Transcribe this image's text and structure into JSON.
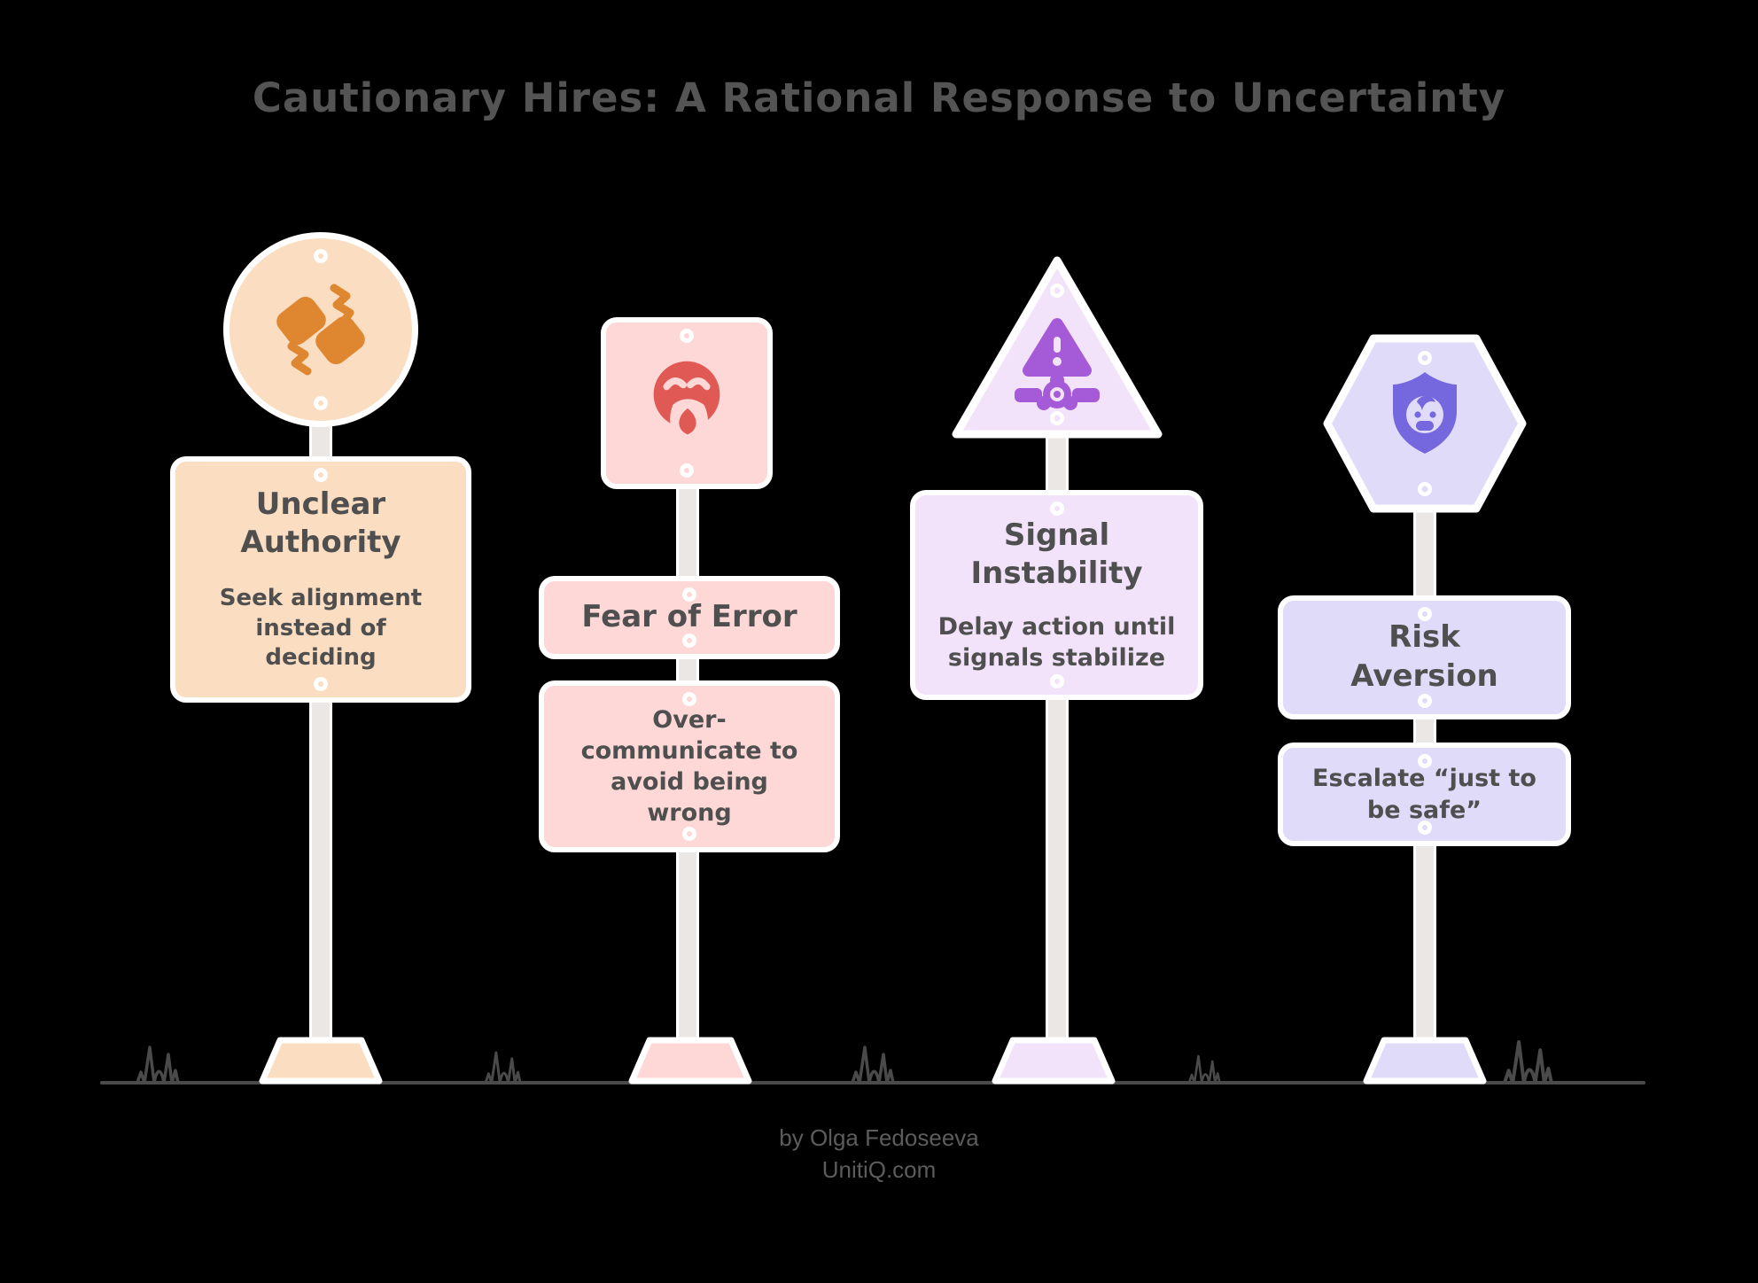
{
  "page": {
    "title": "Cautionary Hires: A Rational Response to Uncertainty",
    "background_color": "#000000",
    "text_color": "#4f4f4f",
    "ground_color": "#4a4a4a",
    "post_color": "#eae7e5"
  },
  "signposts": [
    {
      "name": "unclear-authority",
      "head_shape": "circle",
      "icon": "broken-handshake-icon",
      "fill_color": "#fbddc2",
      "icon_color": "#df8730",
      "title": "Unclear Authority",
      "body": "Seek alignment instead of deciding"
    },
    {
      "name": "fear-of-error",
      "head_shape": "square",
      "icon": "anxious-face-icon",
      "fill_color": "#fdd8d6",
      "icon_color": "#e15954",
      "title": "Fear of Error",
      "body": "Over-communicate to avoid being wrong"
    },
    {
      "name": "signal-instability",
      "head_shape": "triangle",
      "icon": "warning-valve-icon",
      "fill_color": "#f2e3fb",
      "icon_color": "#a55ad8",
      "title": "Signal Instability",
      "body": "Delay action until signals stabilize"
    },
    {
      "name": "risk-aversion",
      "head_shape": "hexagon",
      "icon": "baby-shield-icon",
      "fill_color": "#dfdbf9",
      "icon_color": "#7568df",
      "title": "Risk Aversion",
      "body": "Escalate “just to be safe”"
    }
  ],
  "footer": {
    "byline": "by Olga Fedoseeva",
    "site": "UnitiQ.com"
  }
}
